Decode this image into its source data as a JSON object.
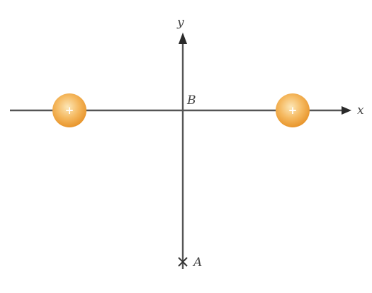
{
  "axes": {
    "x_label": "x",
    "y_label": "y"
  },
  "points": {
    "origin_label": "B",
    "below_label": "A"
  },
  "charges": [
    {
      "sign": "+",
      "color": "#f2a94a"
    },
    {
      "sign": "+",
      "color": "#f2a94a"
    }
  ]
}
